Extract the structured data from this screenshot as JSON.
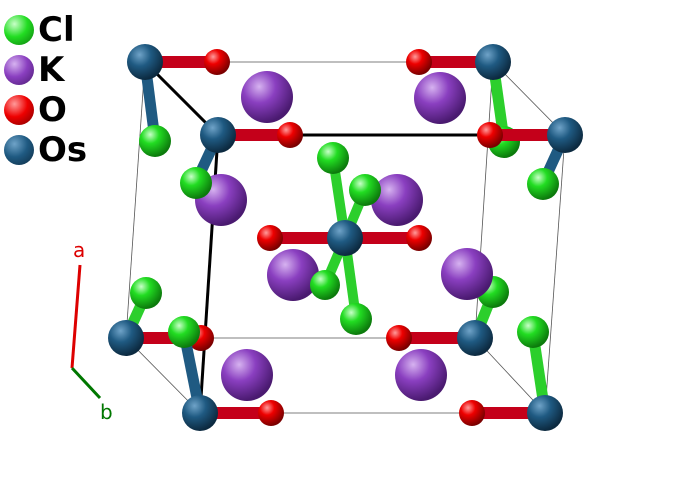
{
  "legend": [
    {
      "symbol": "Cl",
      "color": "#22dd22"
    },
    {
      "symbol": "K",
      "color": "#8a3fc0"
    },
    {
      "symbol": "O",
      "color": "#ee0000"
    },
    {
      "symbol": "Os",
      "color": "#1f5a82"
    }
  ],
  "axes": {
    "a": {
      "label": "a",
      "color": "#dd0000"
    },
    "b": {
      "label": "b",
      "color": "#007700"
    }
  }
}
